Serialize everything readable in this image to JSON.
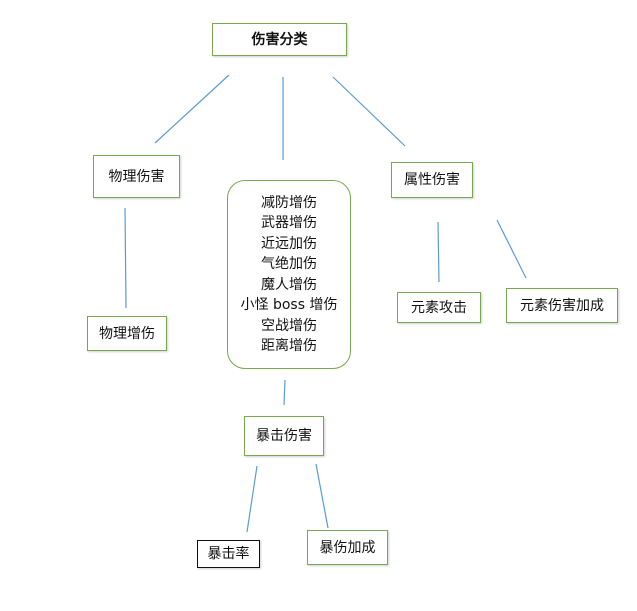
{
  "diagram": {
    "root": {
      "label": "伤害分类"
    },
    "physical": {
      "label": "物理伤害",
      "child": {
        "label": "物理增伤"
      }
    },
    "center_group": {
      "items": [
        "减防增伤",
        "武器增伤",
        "近远加伤",
        "气绝加伤",
        "魔人增伤",
        "小怪 boss 增伤",
        "空战增伤",
        "距离增伤"
      ]
    },
    "crit": {
      "label": "暴击伤害",
      "children": [
        {
          "label": "暴击率"
        },
        {
          "label": "暴伤加成"
        }
      ]
    },
    "elemental": {
      "label": "属性伤害",
      "children": [
        {
          "label": "元素攻击"
        },
        {
          "label": "元素伤害加成"
        }
      ]
    }
  },
  "colors": {
    "box_border": "#77a84f",
    "box_border_alt": "#111111",
    "connector": "#5b9bd5",
    "text": "#111111"
  }
}
